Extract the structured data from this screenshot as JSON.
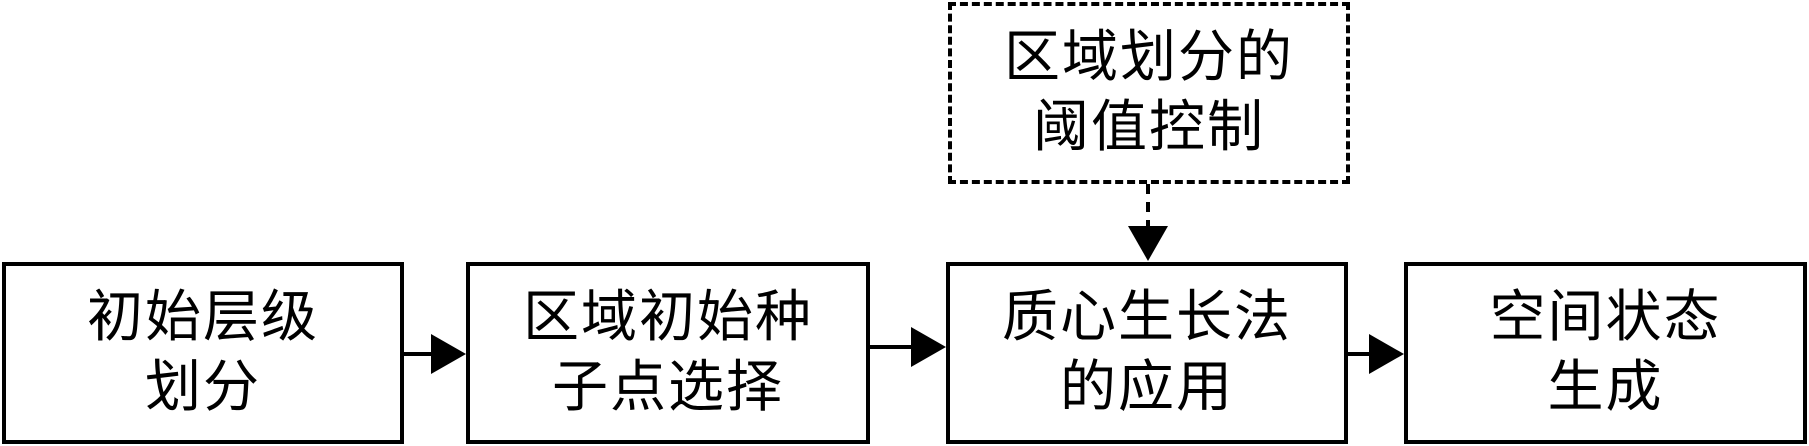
{
  "diagram": {
    "boxes": [
      {
        "id": "box1",
        "lines": [
          "初始层级",
          "划分"
        ]
      },
      {
        "id": "box2",
        "lines": [
          "区域初始种",
          "子点选择"
        ]
      },
      {
        "id": "box3",
        "lines": [
          "质心生长法",
          "的应用"
        ]
      },
      {
        "id": "box4",
        "lines": [
          "空间状态",
          "生成"
        ]
      },
      {
        "id": "box5",
        "lines": [
          "区域划分的",
          "阈值控制"
        ]
      }
    ]
  }
}
